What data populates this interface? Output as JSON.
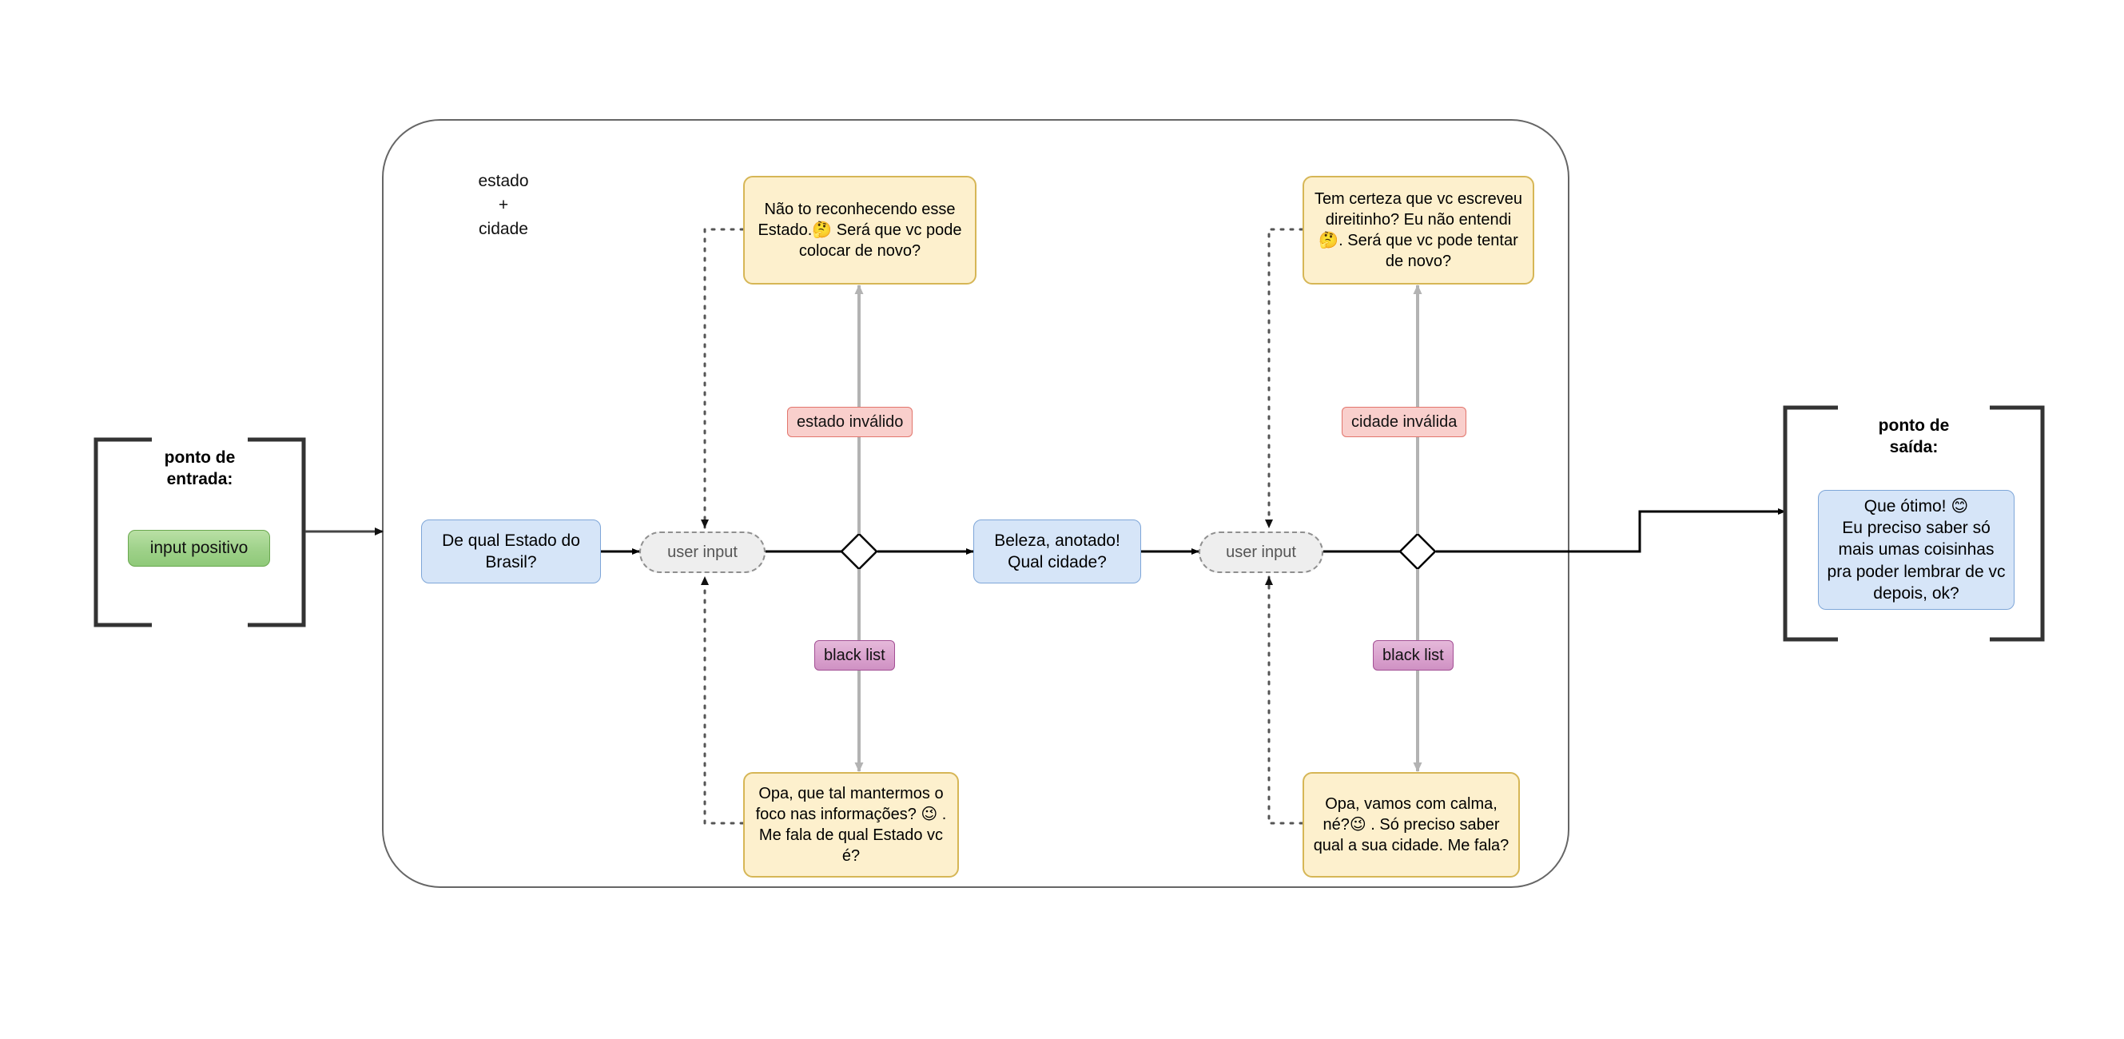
{
  "diagram": {
    "title_label": "estado\n+\ncidade",
    "colors": {
      "blue_fill": "#d6e5f8",
      "blue_stroke": "#7ea6d8",
      "yellow_fill": "#fdf0cd",
      "yellow_stroke": "#d6b656",
      "green_fill": "#9ed189",
      "green_stroke": "#6aa84f",
      "red_badge_fill": "#f9cfcc",
      "red_badge_stroke": "#e2756c",
      "purple_badge_fill": "#d9a0cd",
      "purple_badge_stroke": "#a34f94",
      "gray_arrow": "#b3b3b3",
      "black_arrow": "#000000",
      "container_stroke": "#666666"
    }
  },
  "entry_point": {
    "title_line1": "ponto de",
    "title_line2": "entrada:",
    "node_label": "input positivo"
  },
  "exit_point": {
    "title_line1": "ponto de",
    "title_line2": "saída:",
    "message": "Que ótimo! 😊\nEu preciso saber só mais umas coisinhas pra poder lembrar de vc depois, ok?"
  },
  "group_label": {
    "line1": "estado",
    "line2": "+",
    "line3": "cidade"
  },
  "nodes": {
    "ask_state": "De qual Estado do Brasil?",
    "user_input_1": "user input",
    "confirm_state": "Beleza, anotado! Qual cidade?",
    "user_input_2": "user input"
  },
  "notes": {
    "invalid_state": "Não to reconhecendo esse Estado.🤔 Será que vc pode colocar de novo?",
    "blacklist_state": "Opa, que tal mantermos o foco nas informações? 😉 . Me fala de qual Estado vc é?",
    "invalid_city": "Tem certeza que vc escreveu direitinho? Eu não entendi 🤔. Será que vc pode tentar de novo?",
    "blacklist_city": "Opa, vamos com calma, né?😉 . Só preciso saber qual a sua cidade. Me fala?"
  },
  "edge_labels": {
    "invalid_state": "estado inválido",
    "blacklist_state": "black list",
    "invalid_city": "cidade inválida",
    "blacklist_city": "black list"
  }
}
